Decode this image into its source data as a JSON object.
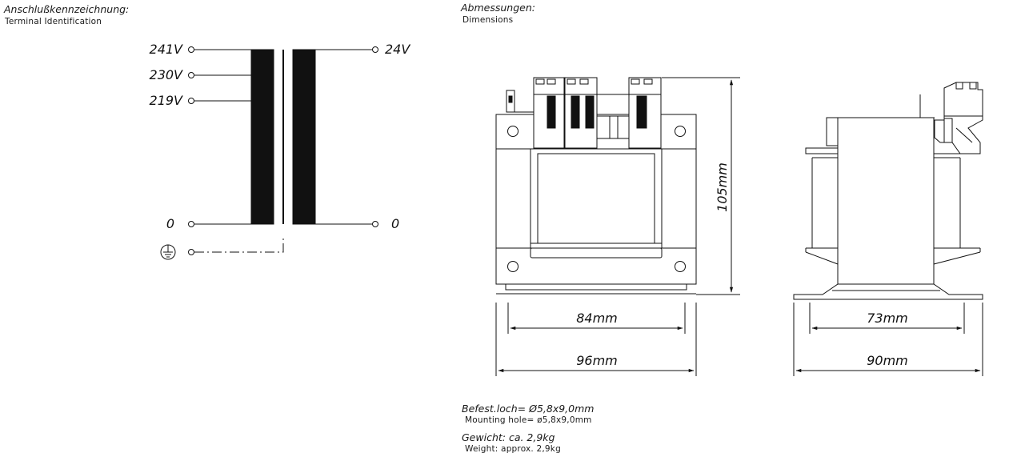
{
  "terminal": {
    "heading_de": "Anschlußkennzeichnung:",
    "heading_en": "Terminal  Identification",
    "primary": [
      {
        "label": "241V"
      },
      {
        "label": "230V"
      },
      {
        "label": "219V"
      },
      {
        "label": "0"
      }
    ],
    "secondary": [
      {
        "label": "24V"
      },
      {
        "label": "0"
      }
    ],
    "earth_icon": "ground-earth-icon"
  },
  "dimensions": {
    "heading_de": "Abmessungen:",
    "heading_en": "Dimensions",
    "height": "105mm",
    "front_inner_width": "84mm",
    "front_outer_width": "96mm",
    "side_inner_width": "73mm",
    "side_outer_width": "90mm"
  },
  "specs": {
    "mounting_de": "Befest.loch= Ø5,8x9,0mm",
    "mounting_en": "Mounting  hole=  ø5,8x9,0mm",
    "weight_de": "Gewicht: ca. 2,9kg",
    "weight_en": "Weight:  approx.  2,9kg"
  }
}
